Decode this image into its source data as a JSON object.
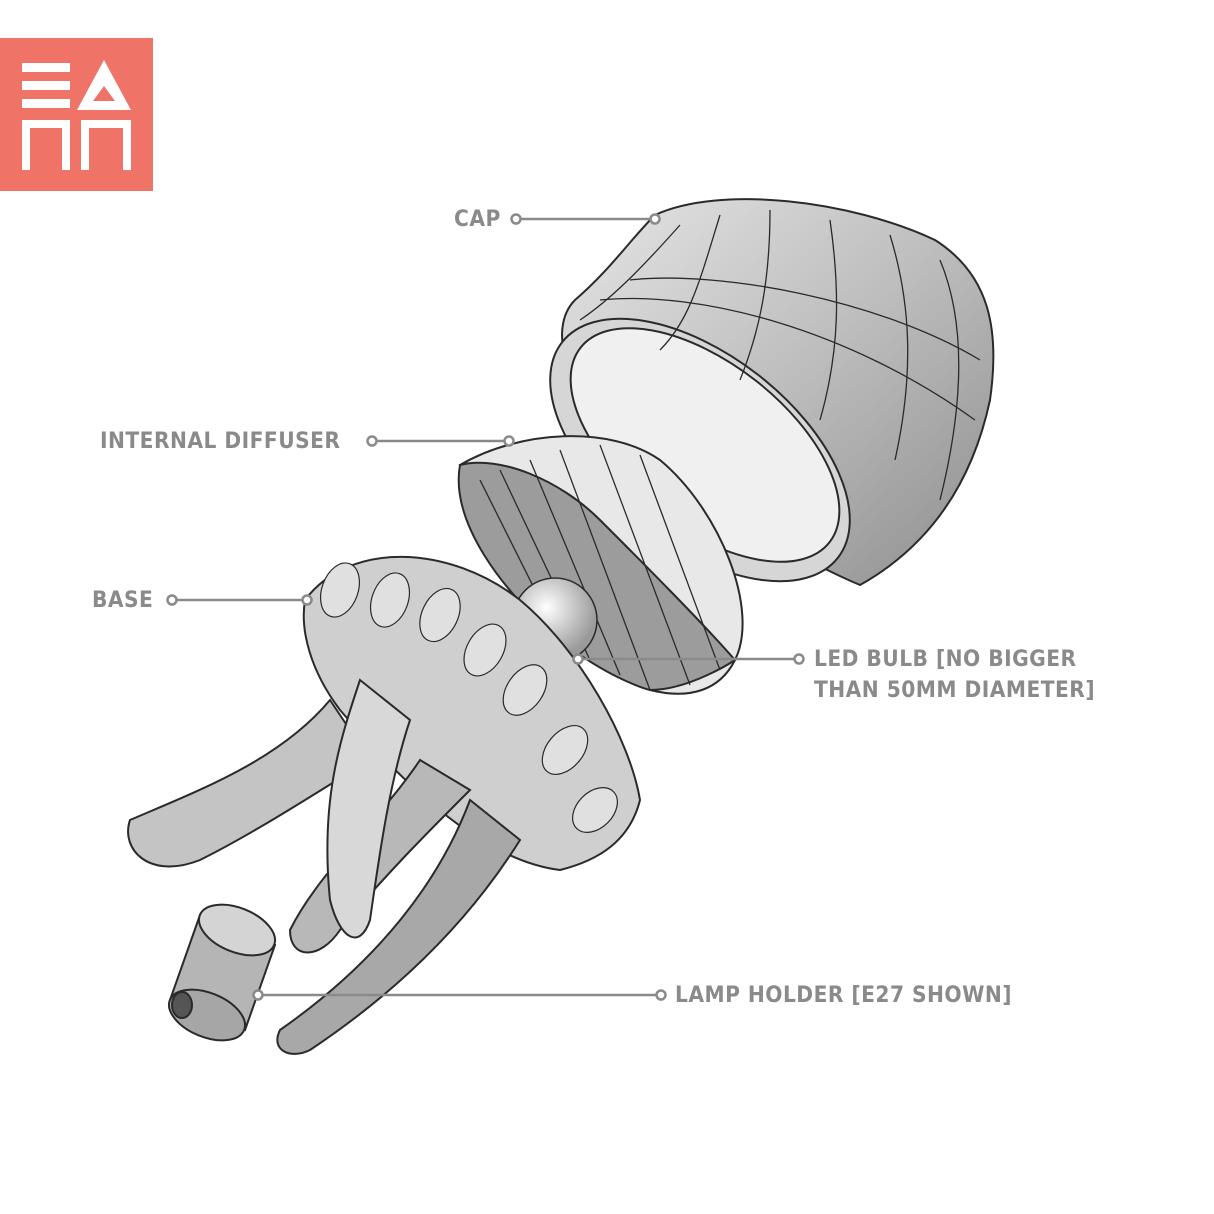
{
  "logo": {
    "text": "EANN",
    "background": "#f07368",
    "foreground": "#ffffff"
  },
  "labels": {
    "cap": "CAP",
    "internal_diffuser": "INTERNAL DIFFUSER",
    "base": "BASE",
    "led_bulb_line1": "LED BULB [NO BIGGER",
    "led_bulb_line2": "THAN 50MM DIAMETER]",
    "lamp_holder": "LAMP HOLDER [E27 SHOWN]"
  },
  "colors": {
    "label": "#8a8a8a",
    "leader": "#8a8a8a",
    "outline": "#2a2a2a",
    "shade": "#bdbdbd"
  }
}
